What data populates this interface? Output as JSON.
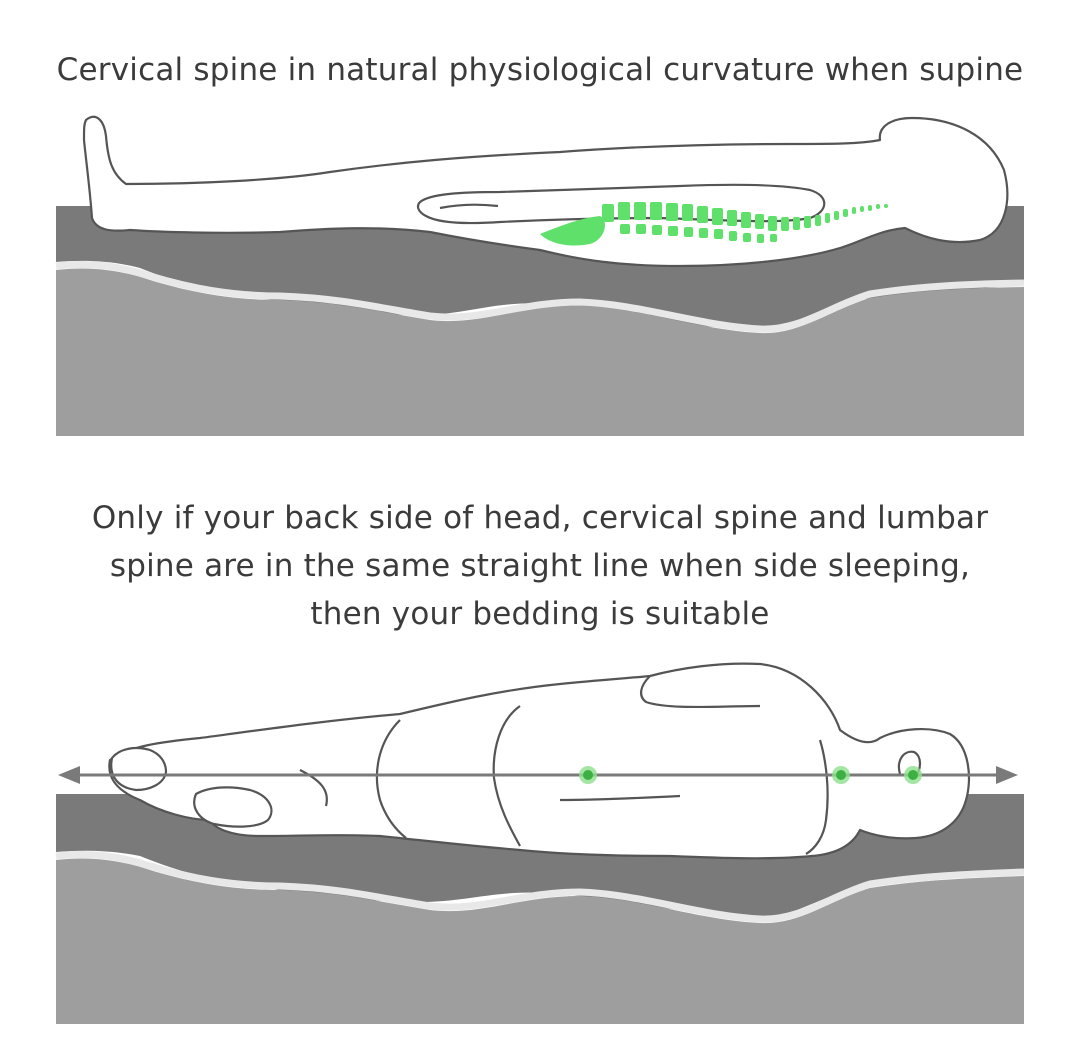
{
  "captions": {
    "top": "Cervical spine in natural physiological curvature when supine",
    "bottom_lines": [
      "Only if your back side of head, cervical spine and lumbar",
      "spine are in the same straight line when side sleeping,",
      "then your bedding is suitable"
    ]
  },
  "colors": {
    "mattress_top_layer": "#7a7a7a",
    "mattress_bottom_layer": "#9e9e9e",
    "mattress_separator": "#e8e8e8",
    "spine_highlight": "#5fe06a",
    "alignment_line": "#7a7a7a",
    "alignment_dot": "#3cb043",
    "body_outline": "#555555"
  },
  "icons": {
    "supine_figure": "supine-person-figure",
    "side_figure": "side-sleeping-person-figure",
    "spine": "spine-vertebrae",
    "alignment_arrow": "double-headed-arrow"
  },
  "alignment_points_count": 3
}
